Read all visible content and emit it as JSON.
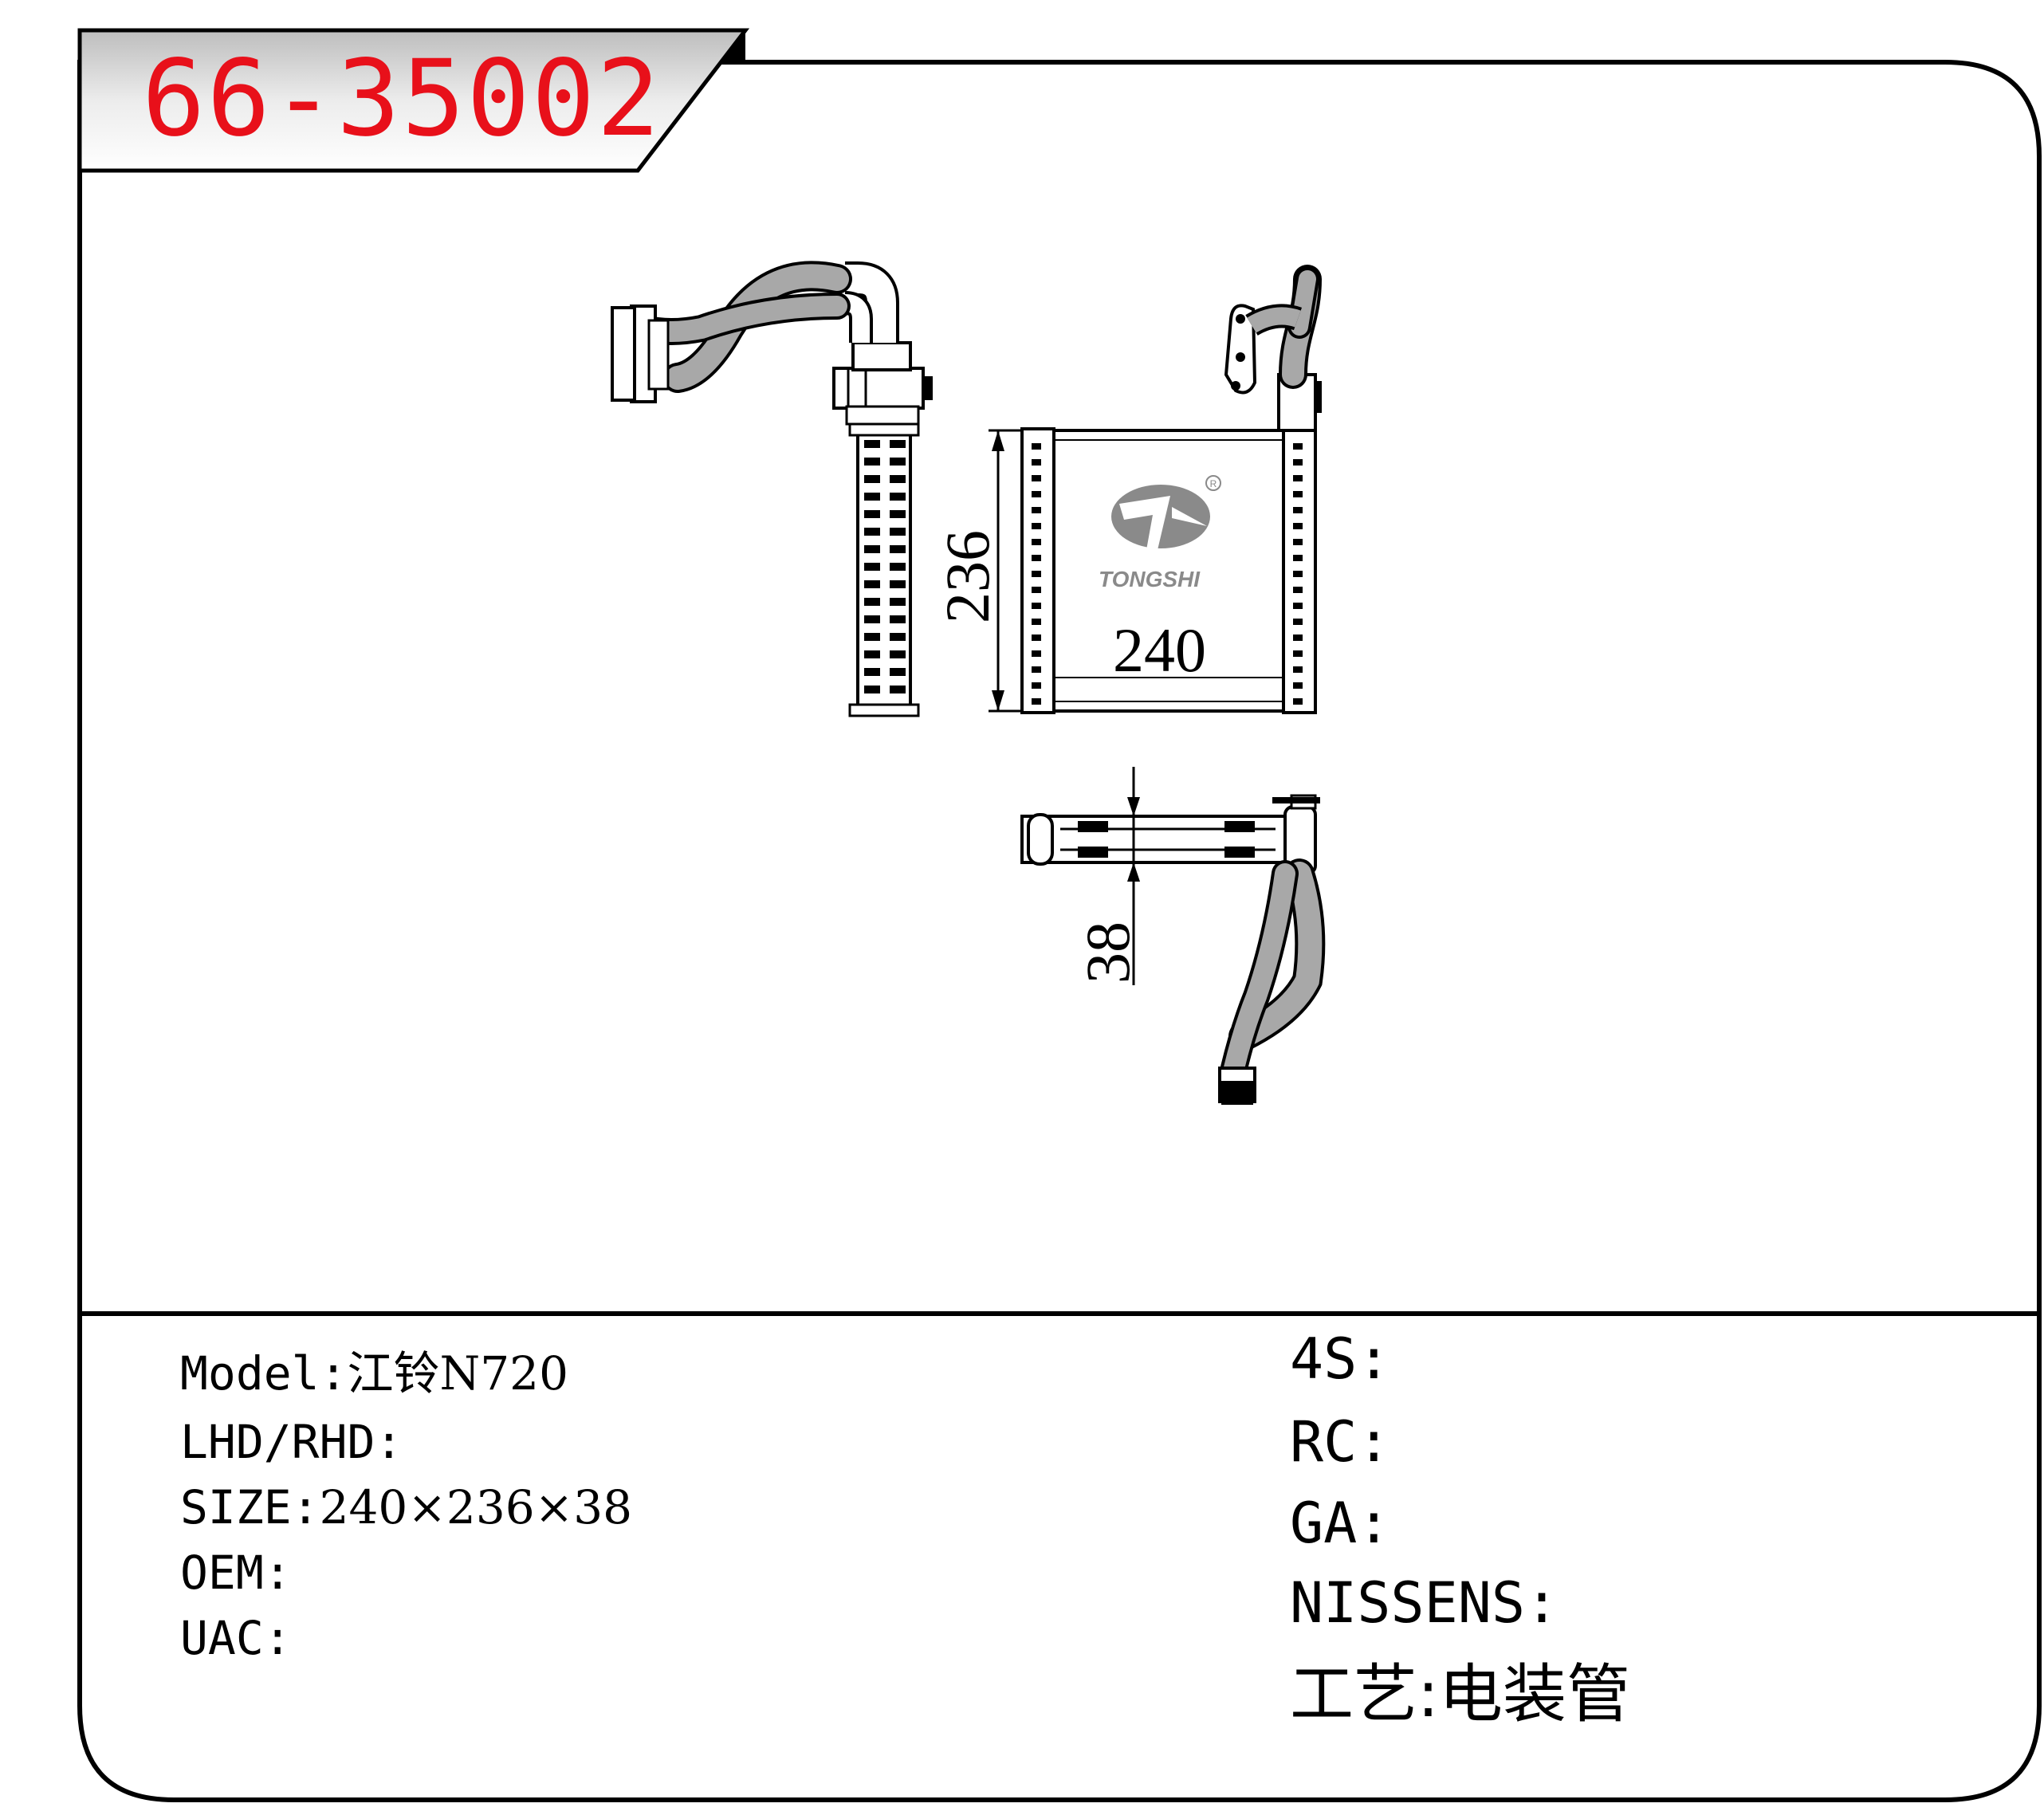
{
  "part_number": "66-35002",
  "brand_logo": "TONGSHI",
  "drawing": {
    "width_label": "240",
    "height_label": "236",
    "thickness_label": "38",
    "registered_mark": "R"
  },
  "specs_left": [
    {
      "label": "Model:",
      "value": "江铃N720"
    },
    {
      "label": "LHD/RHD:",
      "value": ""
    },
    {
      "label": "SIZE:",
      "value": "240×236×38"
    },
    {
      "label": "OEM:",
      "value": ""
    },
    {
      "label": "UAC:",
      "value": ""
    }
  ],
  "specs_right": [
    {
      "label": "4S:",
      "value": ""
    },
    {
      "label": "RC:",
      "value": ""
    },
    {
      "label": "GA:",
      "value": ""
    },
    {
      "label": "NISSENS:",
      "value": ""
    }
  ],
  "process": {
    "label": "工艺:",
    "value": "电装管"
  },
  "colors": {
    "part_number": "#e8101a",
    "header_band": "#c9c9c9",
    "pipe": "#a8a8a8"
  }
}
